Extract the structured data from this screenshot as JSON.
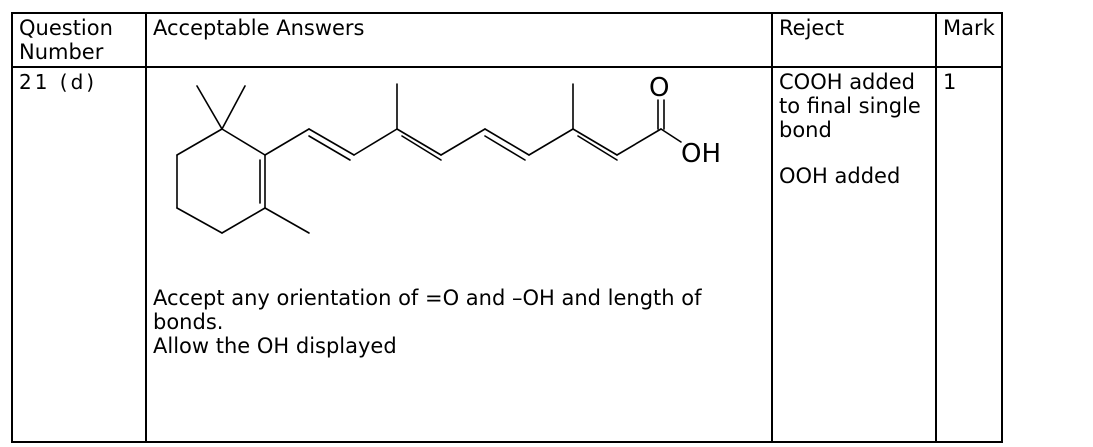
{
  "header": {
    "question": "Question Number",
    "answers": "Acceptable Answers",
    "reject": "Reject",
    "mark": "Mark"
  },
  "row": {
    "question": "21 (d)",
    "structure_labels": {
      "carbonyl_oxygen": "O",
      "hydroxyl": "OH"
    },
    "answer_note_1": "Accept any orientation of =O and –OH and length of bonds.",
    "answer_note_2": "Allow the OH displayed",
    "reject_1": "COOH added to final single bond",
    "reject_2": "OOH added",
    "mark": "1"
  }
}
